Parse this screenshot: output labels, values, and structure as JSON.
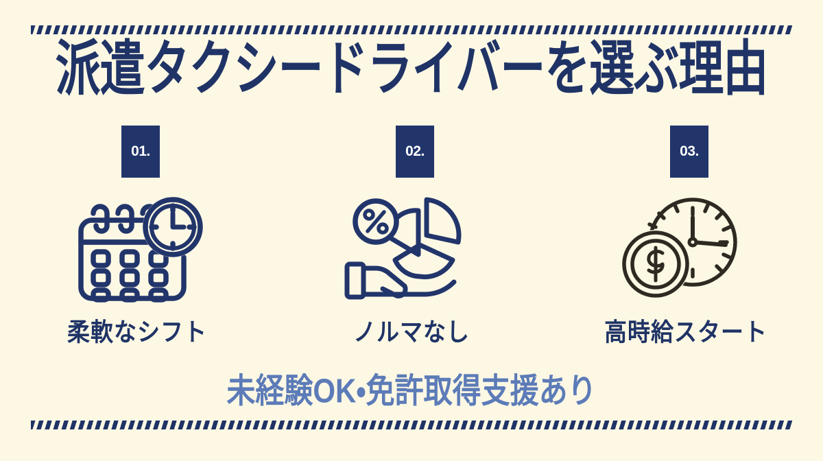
{
  "poster": {
    "background_color": "#FDF8E4",
    "navy_color": "#1F3366",
    "badge_color": "#22356B",
    "tagline_color": "#5C7BB8",
    "icon_dark_color": "#2E2A22",
    "title": "派遣タクシードライバーを選ぶ理由",
    "tagline": "未経験OK・免許取得支援あり",
    "top_rule": "slanted-dash-rule",
    "bottom_rule": "slanted-dash-rule"
  },
  "features": [
    {
      "number": "01.",
      "icon": "calendar-clock-icon",
      "caption": "柔軟なシフト",
      "stroke_color": "#22356B"
    },
    {
      "number": "02.",
      "icon": "hand-pie-chart-percent-icon",
      "caption": "ノルマなし",
      "stroke_color": "#22356B"
    },
    {
      "number": "03.",
      "icon": "clock-dollar-coin-icon",
      "caption": "高時給スタート",
      "stroke_color": "#2E2A22"
    }
  ]
}
